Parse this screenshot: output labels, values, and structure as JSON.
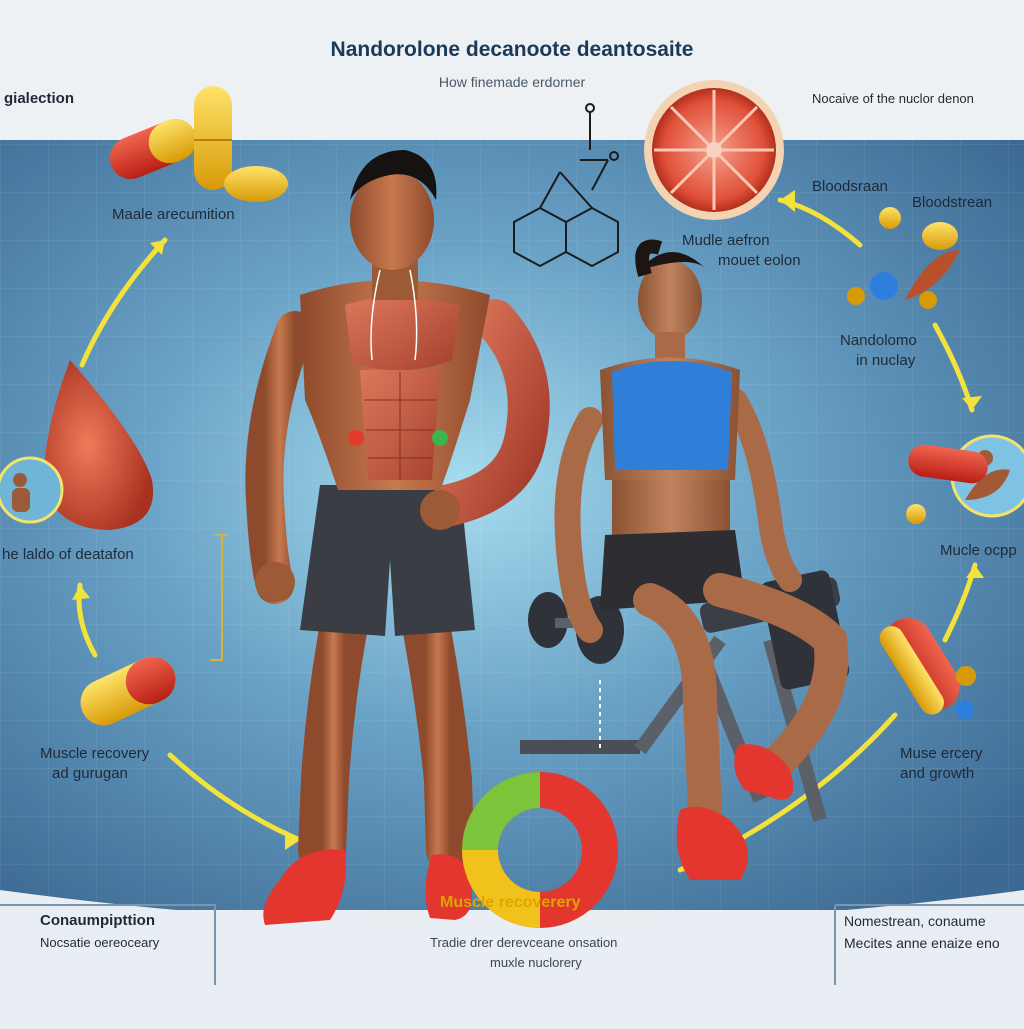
{
  "header": {
    "title": "Nandorolone decanoote deantosaite",
    "subtitle": "How finemade erdorner"
  },
  "labels": {
    "top_left": "gialection",
    "top_right": "Nocaive of the nuclor denon",
    "pill_label": "Maale arecumition",
    "cycle_left": "he laldo of deatafon",
    "recovery_left_1": "Muscle recovery",
    "recovery_left_2": "ad gurugan",
    "bloodstream_1": "Bloodsraan",
    "bloodstream_2": "Bloodstrean",
    "center_label_1": "Mudle aefron",
    "center_label_2": "mouet eolon",
    "right_mid_1": "Nandolomo",
    "right_mid_2": "in nuclay",
    "right_lower": "Mucle ocpp",
    "right_bottom_1": "Muse ercery",
    "right_bottom_2": "and growth",
    "muscle_recovery": "Muscle recoverery",
    "bottom_center_1": "Tradie drer derevceane onsation",
    "bottom_center_2": "muxle nuclorery",
    "consumption_title": "Conaumpipttion",
    "consumption_sub": "Nocsatie oereoceary",
    "bottom_right_1": "Nomestrean, conaume",
    "bottom_right_2": "Mecites anne enaize eno"
  },
  "colors": {
    "panel": "#4f7fa6",
    "panel_light": "#9fd0e6",
    "arrow": "#f2e23b",
    "pill_red": "#e23b2a",
    "pill_yellow": "#f2c21c",
    "skin_male": "#b86a45",
    "skin_female": "#a96a48",
    "shorts": "#3a3d44",
    "top_blue": "#2f7fd8",
    "shoe_red": "#e2362e"
  },
  "icons": [
    "capsule-icon",
    "tablet-icon",
    "grapefruit-icon",
    "molecule-icon",
    "droplet-icon",
    "dumbbell-icon",
    "bench-icon",
    "ring-chart-icon",
    "athlete-thumbnail-icon"
  ]
}
